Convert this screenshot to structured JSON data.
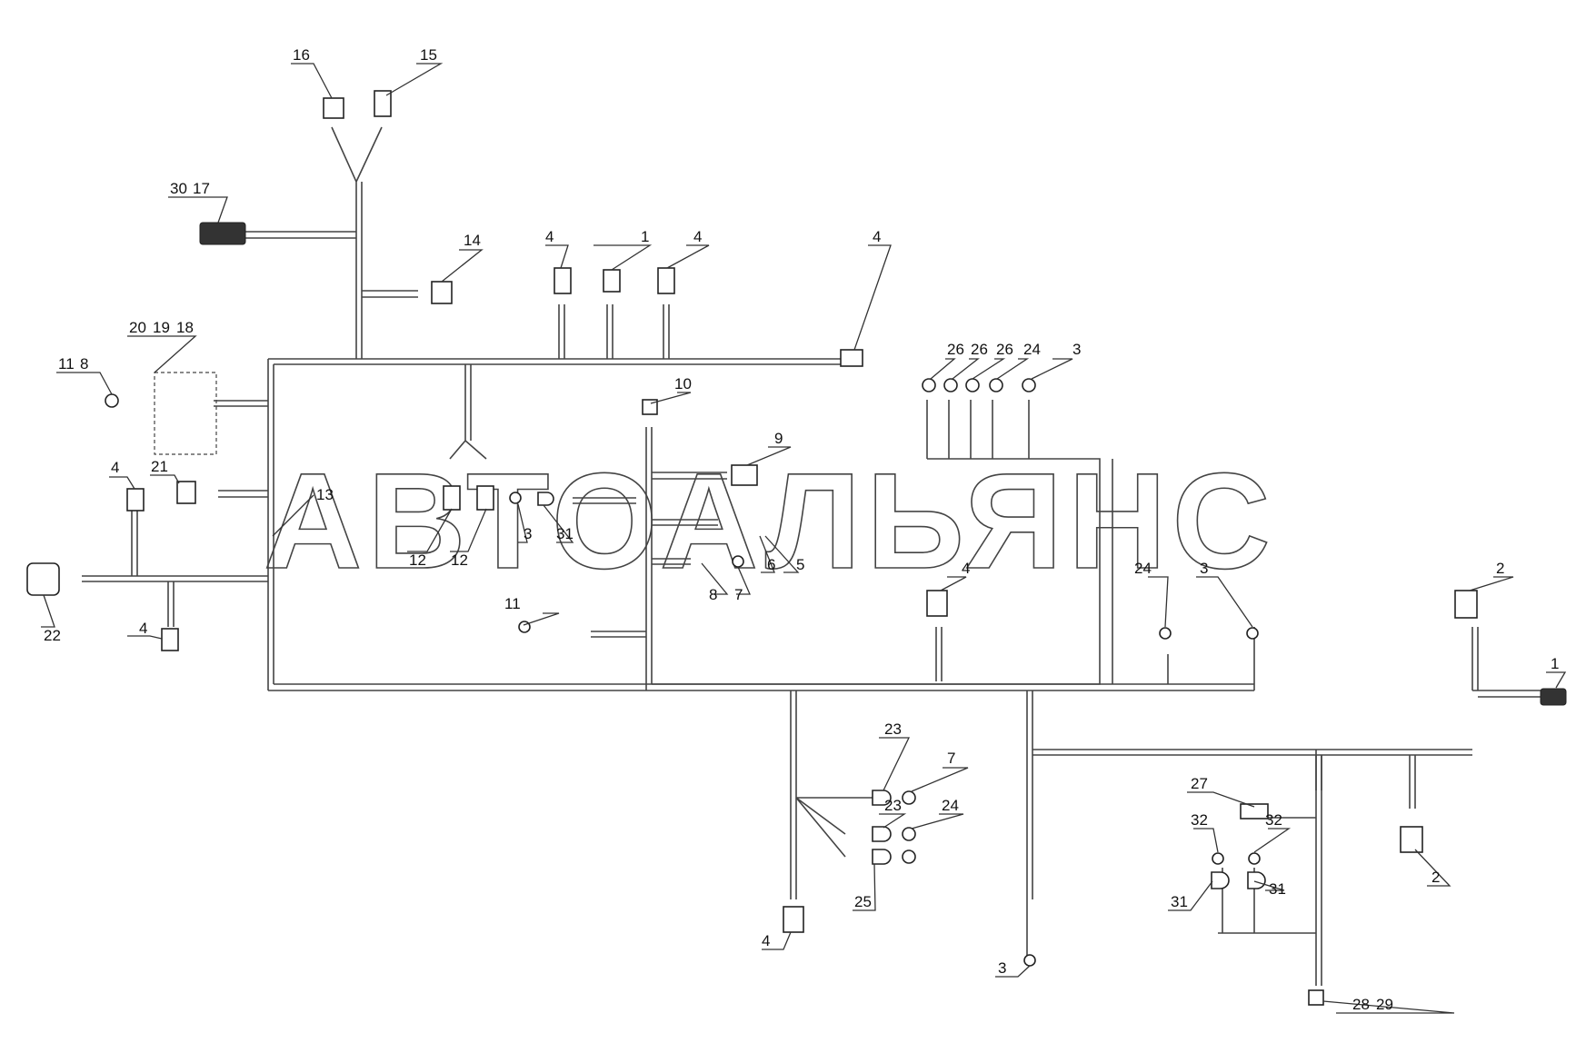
{
  "watermark": "АВТОАЛЬЯНС",
  "callouts": [
    "1",
    "2",
    "3",
    "4",
    "5",
    "6",
    "7",
    "8",
    "9",
    "10",
    "11",
    "12",
    "13",
    "14",
    "15",
    "16",
    "17",
    "18",
    "19",
    "20",
    "21",
    "22",
    "23",
    "24",
    "25",
    "26",
    "27",
    "28",
    "29",
    "30",
    "31",
    "32"
  ]
}
